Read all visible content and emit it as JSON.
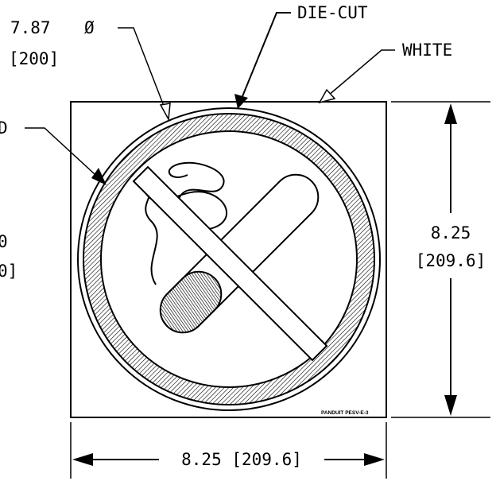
{
  "callouts": {
    "diameter_value": "7.87",
    "diameter_symbol": "Ø",
    "diameter_metric": "[200]",
    "die_cut": "DIE-CUT",
    "white": "WHITE",
    "red_partial": "D",
    "inner_partial_value": "0",
    "inner_partial_metric": "0]"
  },
  "dimensions": {
    "height": "8.25",
    "height_metric": "[209.6]",
    "width": "8.25 [209.6]"
  },
  "part_number": "PANDUIT PESV-E-3"
}
